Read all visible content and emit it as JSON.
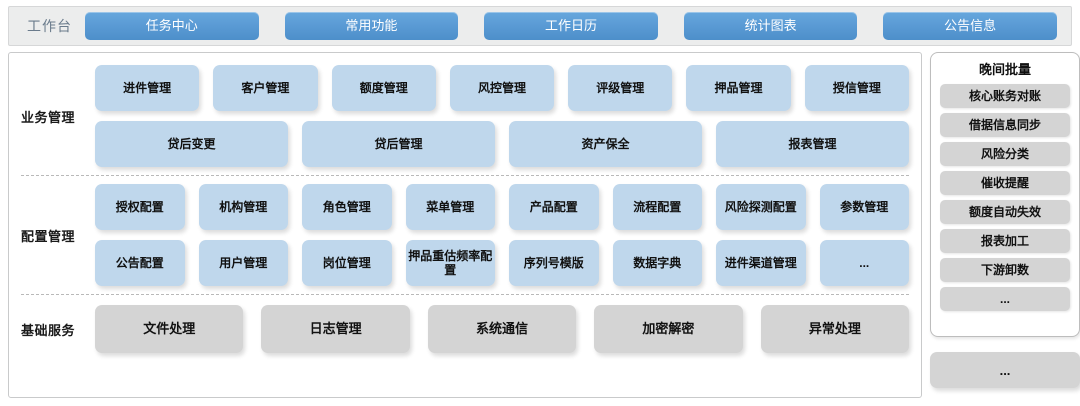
{
  "topbar": {
    "label": "工作台",
    "buttons": [
      {
        "label": "任务中心"
      },
      {
        "label": "常用功能"
      },
      {
        "label": "工作日历"
      },
      {
        "label": "统计图表"
      },
      {
        "label": "公告信息"
      }
    ]
  },
  "sections": [
    {
      "id": "business",
      "label": "业务管理",
      "rows": [
        [
          "进件管理",
          "客户管理",
          "额度管理",
          "风控管理",
          "评级管理",
          "押品管理",
          "授信管理"
        ],
        [
          "贷后变更",
          "贷后管理",
          "资产保全",
          "报表管理"
        ]
      ]
    },
    {
      "id": "config",
      "label": "配置管理",
      "rows": [
        [
          "授权配置",
          "机构管理",
          "角色管理",
          "菜单管理",
          "产品配置",
          "流程配置",
          "风险探测配置",
          "参数管理"
        ],
        [
          "公告配置",
          "用户管理",
          "岗位管理",
          "押品重估频率配置",
          "序列号模版",
          "数据字典",
          "进件渠道管理",
          "..."
        ]
      ]
    },
    {
      "id": "base",
      "label": "基础服务",
      "rows": [
        [
          "文件处理",
          "日志管理",
          "系统通信",
          "加密解密",
          "异常处理"
        ]
      ]
    }
  ],
  "base_extra": "...",
  "sidebar": {
    "title": "晚间批量",
    "items": [
      "核心账务对账",
      "借据信息同步",
      "风险分类",
      "催收提醒",
      "额度自动失效",
      "报表加工",
      "下游卸数",
      "..."
    ]
  },
  "colors": {
    "topbar_bg": "#eceded",
    "topbar_button": "#5b9bd5",
    "card_blue": "#bfd7ec",
    "card_gray": "#d4d4d4",
    "label_text": "#1a1a1a",
    "topbar_label_text": "#6a7b8c"
  }
}
